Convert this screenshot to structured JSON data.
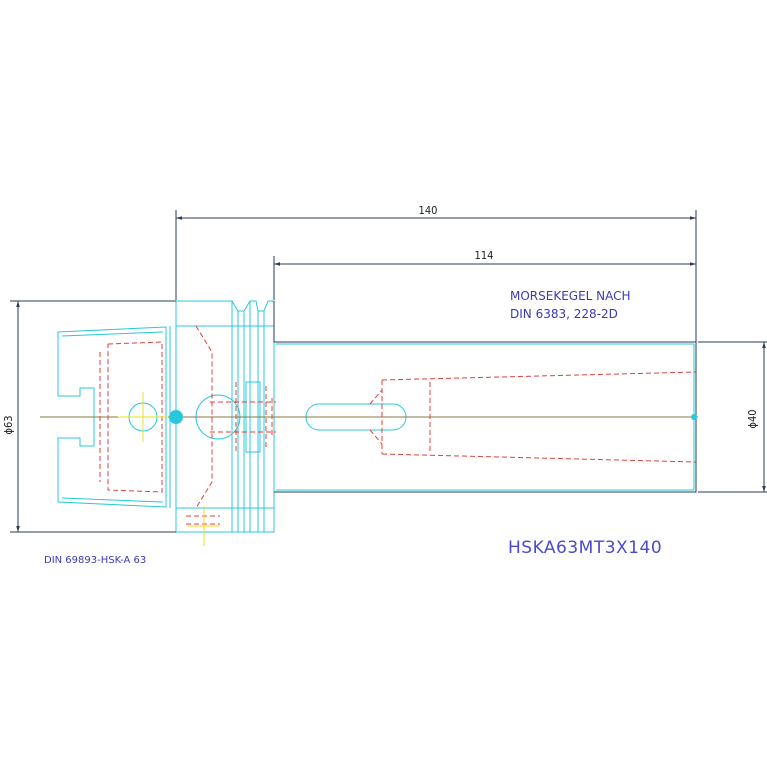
{
  "dimensions": {
    "overall_length": "140",
    "shank_length": "114",
    "flange_diameter": "ϕ63",
    "shank_diameter": "ϕ40"
  },
  "notes": {
    "morse_line1": "MORSEKEGEL NACH",
    "morse_line2": "DIN 6383, 228-2D"
  },
  "title": {
    "part_number": "HSKA63MT3X140",
    "standard": "DIN 69893-HSK-A 63"
  },
  "colors": {
    "outline": "#27c8dc",
    "hidden": "#e0403a",
    "dimension": "#2b3a55",
    "text": "#3a3ab8"
  }
}
